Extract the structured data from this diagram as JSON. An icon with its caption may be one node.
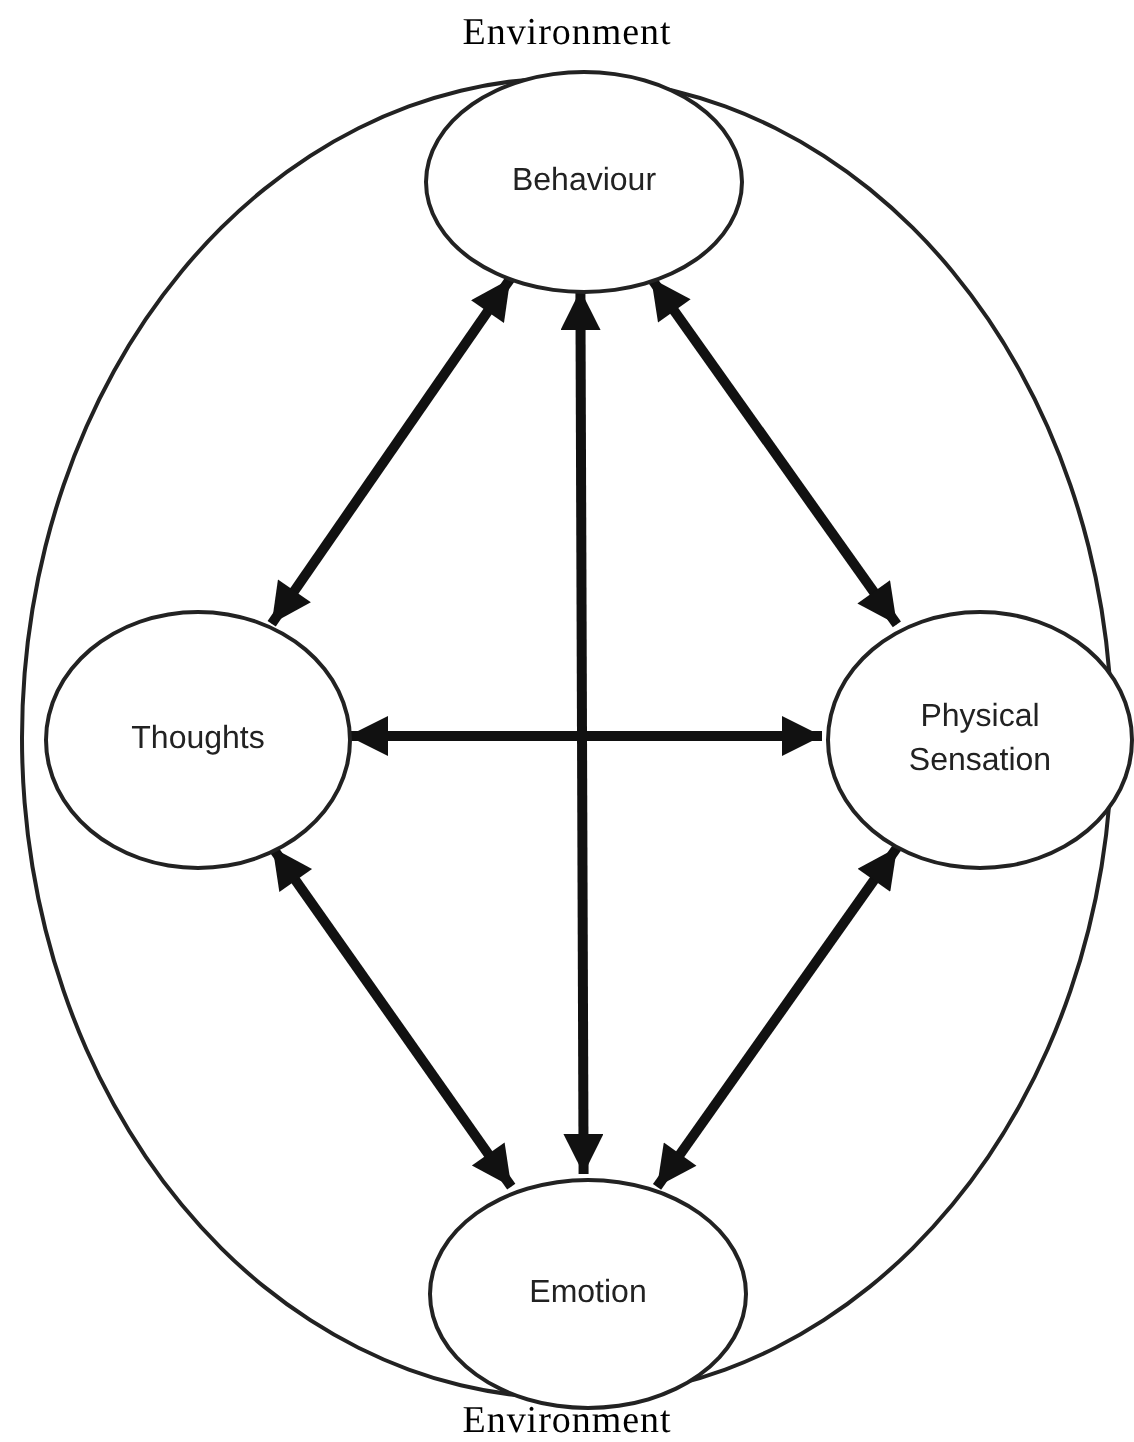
{
  "diagram": {
    "nodes": [
      {
        "text": [
          "Environment",
          "Environment"
        ]
      },
      {
        "text": [
          "Behaviour"
        ],
        "in": 0
      },
      {
        "text": [
          "Thoughts"
        ],
        "in": 0
      },
      {
        "text": [
          "Physical Sensation"
        ],
        "in": 0
      },
      {
        "text": [
          "Emotion"
        ],
        "in": 0
      }
    ],
    "edges": [
      {
        "from": 1,
        "to": 2,
        "arrow": "both"
      },
      {
        "from": 1,
        "to": 3,
        "arrow": "both"
      },
      {
        "from": 1,
        "to": 4,
        "arrow": "both"
      },
      {
        "from": 2,
        "to": 3,
        "arrow": "both"
      },
      {
        "from": 2,
        "to": 4,
        "arrow": "both"
      },
      {
        "from": 3,
        "to": 4,
        "arrow": "both"
      }
    ]
  }
}
